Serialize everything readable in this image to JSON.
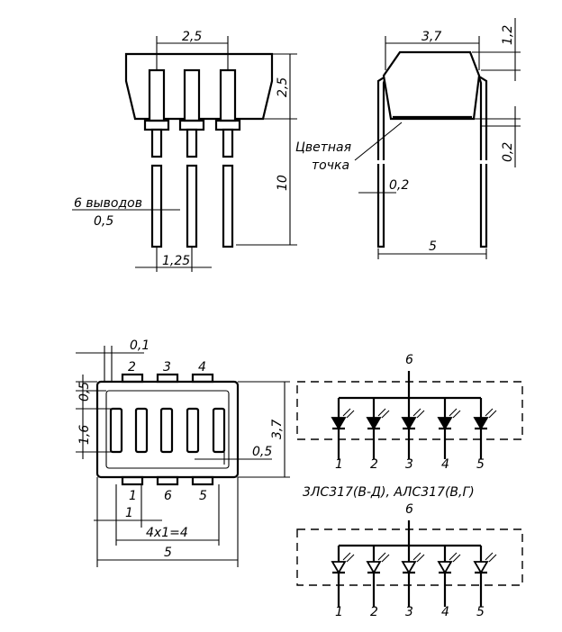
{
  "front_view": {
    "dim_top": "2,5",
    "dim_height": "2,5",
    "dim_length": "10",
    "dim_pitch": "1,25",
    "pins_label": "6 выводов",
    "pins_width": "0,5"
  },
  "side_view": {
    "dim_top": "3,7",
    "dim_right_top": "1,2",
    "dim_right_mid": "0,2",
    "dim_lead": "0,2",
    "dim_bottom": "5",
    "color_dot_line1": "Цветная",
    "color_dot_line2": "точка"
  },
  "bottom_view": {
    "dim_01": "0,1",
    "dim_05_left": "0,5",
    "dim_16": "1,6",
    "dim_37": "3,7",
    "dim_05_right": "0,5",
    "dim_1": "1",
    "dim_4x1": "4x1=4",
    "dim_5": "5",
    "pins_top": [
      "2",
      "3",
      "4"
    ],
    "pins_bottom": [
      "1",
      "6",
      "5"
    ]
  },
  "schematic_1": {
    "common_pin": "6",
    "pins": [
      "1",
      "2",
      "3",
      "4",
      "5"
    ]
  },
  "caption": "3ЛС317(В-Д), АЛС317(В,Г)",
  "schematic_2": {
    "common_pin": "6",
    "pins": [
      "1",
      "2",
      "3",
      "4",
      "5"
    ]
  }
}
